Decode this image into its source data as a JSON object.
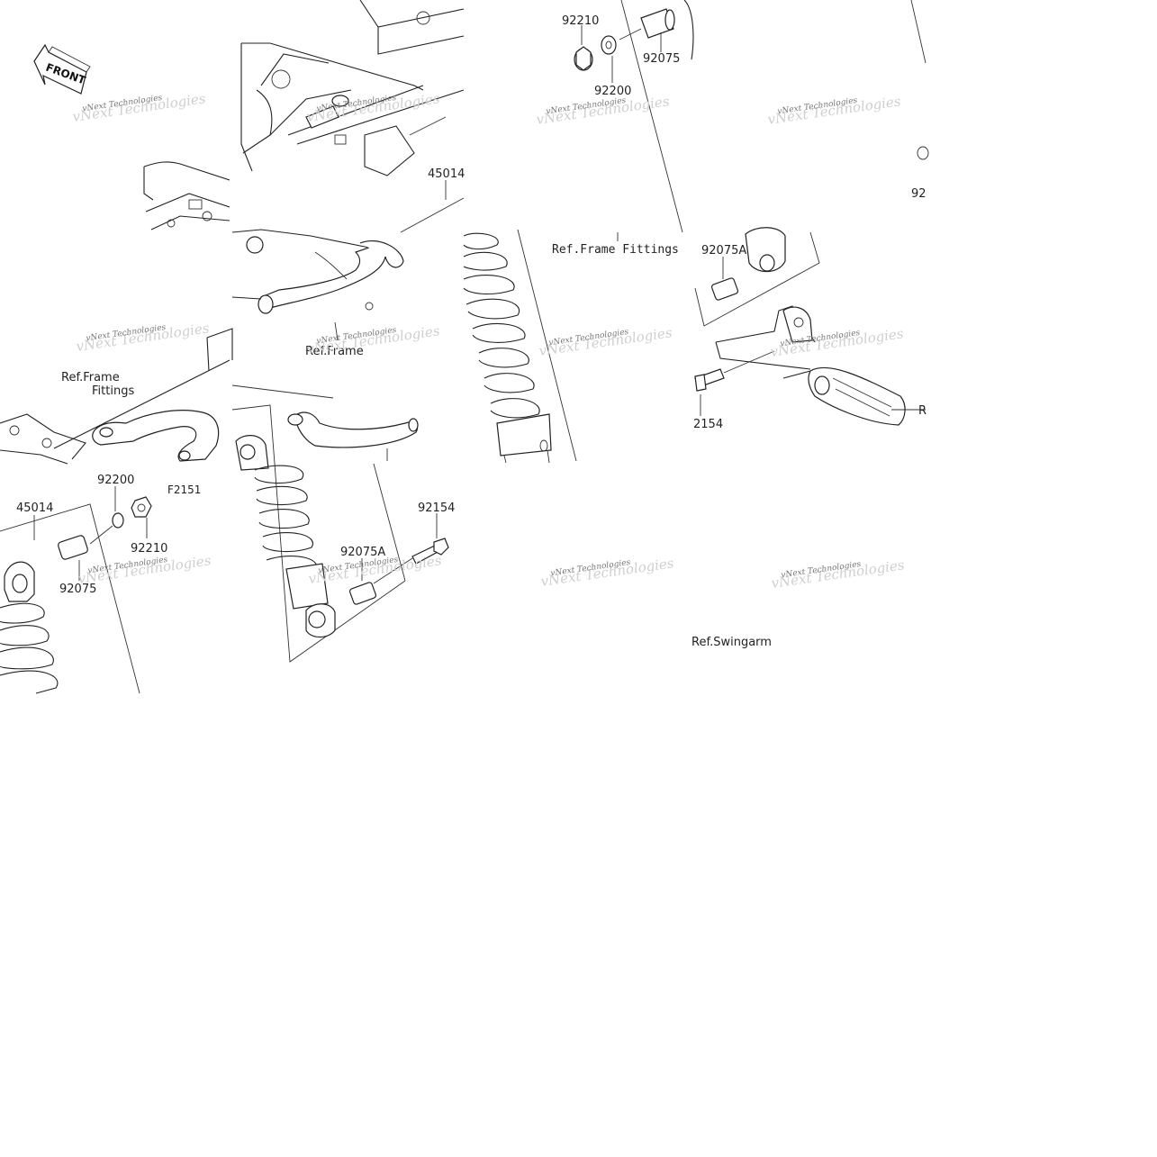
{
  "tiles": [
    {
      "labels": [
        "45014",
        "92200",
        "92210",
        "92075",
        "F2151"
      ],
      "refs": [
        "Ref.Frame",
        "Fittings"
      ]
    },
    {
      "labels": [
        "45014",
        "92154",
        "92075A"
      ],
      "refs": [
        "Ref.Frame"
      ]
    },
    {
      "labels": [
        "92210",
        "92200",
        "92075"
      ],
      "refs": [
        "Ref.Frame Fittings"
      ]
    },
    {
      "labels": [
        "92075A",
        "2154",
        "92",
        "R"
      ],
      "refs": [
        "Ref.Swingarm"
      ]
    }
  ],
  "front_badge": "FRONT",
  "watermark": {
    "small": "vNext Technologies",
    "large": "vNext Technologies"
  }
}
